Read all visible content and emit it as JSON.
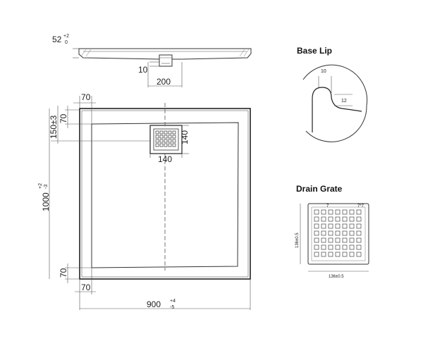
{
  "side_view": {
    "height_main": "52",
    "height_tol_top": "+2",
    "height_tol_bottom": "0",
    "drain_depth": "10",
    "drain_width": "200"
  },
  "plan_view": {
    "left_border": "70",
    "top_tol": "150±3",
    "top_border": "70",
    "grate_height": "140",
    "grate_width": "140",
    "length_main": "1000",
    "length_tol_top": "+2",
    "length_tol_bottom": "-3",
    "bottom_border": "70",
    "bottom_left_border": "70",
    "width_main": "900",
    "width_tol_top": "+4",
    "width_tol_bottom": "-5"
  },
  "base_lip": {
    "title": "Base Lip",
    "dim_top": "10",
    "dim_side": "12"
  },
  "drain_grate": {
    "title": "Drain Grate",
    "dim_a": "7",
    "dim_b": "7*7",
    "side_dim": "136±0.5",
    "bottom_dim": "136±0.5"
  }
}
